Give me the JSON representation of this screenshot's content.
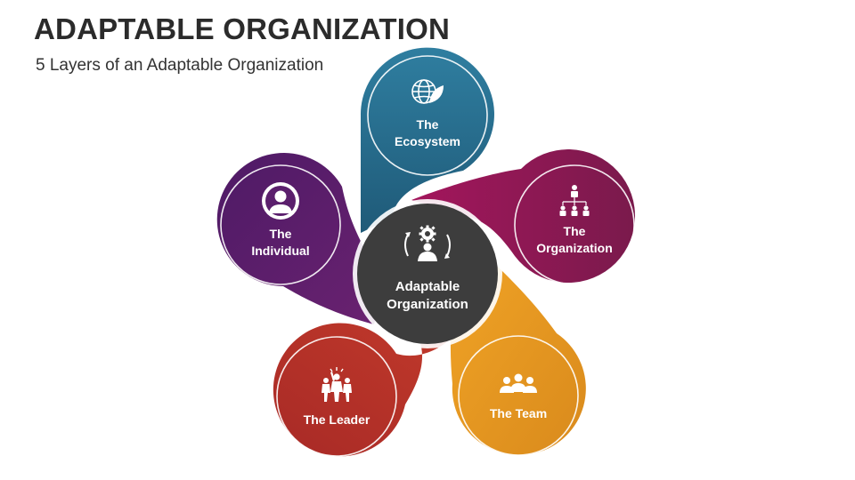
{
  "header": {
    "title": "ADAPTABLE ORGANIZATION",
    "subtitle": "5 Layers of an Adaptable Organization"
  },
  "center": {
    "line1": "Adaptable",
    "line2": "Organization",
    "color": "#3d3d3d",
    "icon": "gear-person-cycle-icon"
  },
  "layers": [
    {
      "id": "ecosystem",
      "line1": "The",
      "line2": "Ecosystem",
      "color": "#2b7595",
      "icon": "globe-leaf-icon"
    },
    {
      "id": "organization",
      "line1": "The",
      "line2": "Organization",
      "color": "#8e1b56",
      "icon": "org-chart-icon"
    },
    {
      "id": "team",
      "line1": "The Team",
      "line2": "",
      "color": "#e0931f",
      "icon": "team-icon"
    },
    {
      "id": "leader",
      "line1": "The Leader",
      "line2": "",
      "color": "#b73128",
      "icon": "leader-icon"
    },
    {
      "id": "individual",
      "line1": "The",
      "line2": "Individual",
      "color": "#5b1f6d",
      "icon": "person-icon"
    }
  ]
}
